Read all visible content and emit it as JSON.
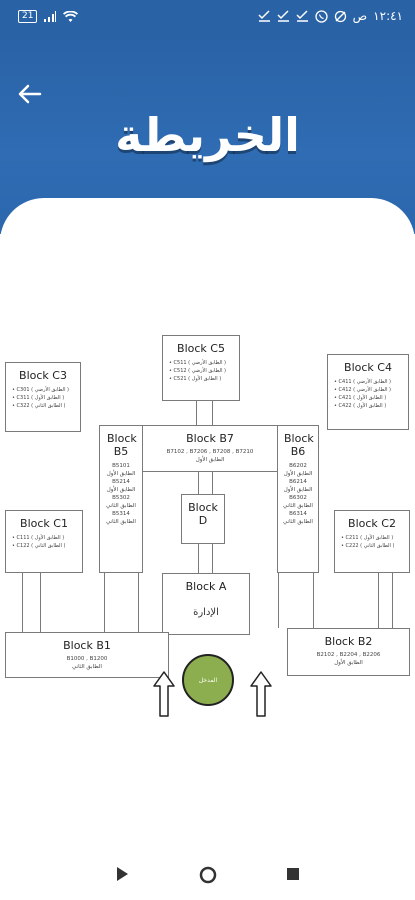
{
  "status": {
    "time": "١٢:٤١",
    "ampm": "ص",
    "battery": "21"
  },
  "header": {
    "title": "الخريطة"
  },
  "map": {
    "blocks": {
      "c3": {
        "title": "Block C3",
        "rows": [
          "• C301   ( الطابق الأرضي )",
          "• C311   ( الطابق الأول )",
          "• C322   ( الطابق الثاني )"
        ]
      },
      "c5": {
        "title": "Block C5",
        "rows": [
          "• C511   ( الطابق الأرضي )",
          "• C512   ( الطابق الأرضي )",
          "• C521   ( الطابق الأول )"
        ]
      },
      "c4": {
        "title": "Block C4",
        "rows": [
          "• C411   ( الطابق الأرضي )",
          "• C412   ( الطابق الأرضي )",
          "• C421   ( الطابق الأول )",
          "• C422   ( الطابق الأول )"
        ]
      },
      "b5": {
        "title": "Block B5",
        "rows": [
          "B5101",
          "الطابق الأول",
          "B5214",
          "الطابق الأول",
          "B5302",
          "الطابق الثاني",
          "B5314",
          "الطابق الثاني"
        ]
      },
      "b7": {
        "title": "Block B7",
        "line1": "B7102 , B7206 , B7208 , B7210",
        "line2": "الطابق الأول"
      },
      "b6": {
        "title": "Block B6",
        "rows": [
          "B6202",
          "الطابق الأول",
          "B6214",
          "الطابق الأول",
          "B6302",
          "الطابق الثاني",
          "B6314",
          "الطابق الثاني"
        ]
      },
      "d": {
        "title": "Block D"
      },
      "c1": {
        "title": "Block C1",
        "rows": [
          "• C111   ( الطابق الأول )",
          "• C122   ( الطابق الثاني )"
        ]
      },
      "c2": {
        "title": "Block C2",
        "rows": [
          "• C211   ( الطابق الأول )",
          "• C222   ( الطابق الثاني )"
        ]
      },
      "a": {
        "title": "Block A",
        "subtitle": "الإدارة"
      },
      "b1": {
        "title": "Block B1",
        "line1": "B1000 , B1200",
        "line2": "الطابق الثاني"
      },
      "b2": {
        "title": "Block B2",
        "line1": "B2102 , B2204 , B2206",
        "line2": "الطابق الأول"
      }
    },
    "entrance_label": "المدخل",
    "colors": {
      "entrance": "#8cae4f",
      "header": "#2a62a6"
    }
  },
  "nav": {
    "back": "back-icon",
    "home": "home-icon",
    "recents": "recents-icon"
  }
}
